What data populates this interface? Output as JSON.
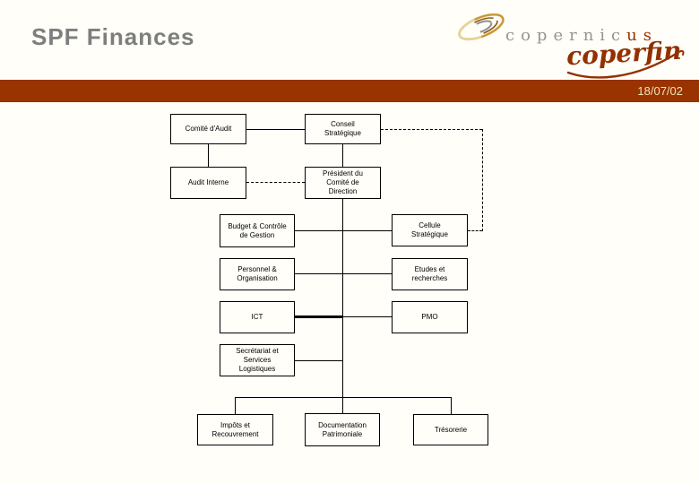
{
  "slide": {
    "title": "SPF Finances",
    "date": "18/07/02"
  },
  "logo": {
    "brand_prefix": "copernic",
    "brand_suffix": "us",
    "script_name": "coperfin"
  },
  "colors": {
    "band_brick": "#993300",
    "title_gray": "#7e7e7e",
    "date_cream": "#f0e3b2",
    "logo_gray": "#9a948e",
    "logo_accent": "#933000",
    "swirl_gold": "#d2a743"
  },
  "org_chart": {
    "nodes": {
      "comite_audit": {
        "lines": [
          "Comité d'Audit"
        ]
      },
      "conseil_strategique": {
        "lines": [
          "Conseil",
          "Stratégique"
        ]
      },
      "audit_interne": {
        "lines": [
          "Audit Interne"
        ]
      },
      "president": {
        "lines": [
          "Président du",
          "Comité de",
          "Direction"
        ]
      },
      "budget_controle": {
        "lines": [
          "Budget & Contrôle",
          "de Gestion"
        ]
      },
      "cellule_strategique": {
        "lines": [
          "Cellule",
          "Stratégique"
        ]
      },
      "personnel_org": {
        "lines": [
          "Personnel &",
          "Organisation"
        ]
      },
      "etudes_recherches": {
        "lines": [
          "Etudes et",
          "recherches"
        ]
      },
      "ict": {
        "lines": [
          "ICT"
        ]
      },
      "pmo": {
        "lines": [
          "PMO"
        ]
      },
      "secretariat": {
        "lines": [
          "Secrétariat et",
          "Services",
          "Logistiques"
        ]
      },
      "impots": {
        "lines": [
          "Impôts et",
          "Recouvrement"
        ]
      },
      "documentation": {
        "lines": [
          "Documentation",
          "Patrimoniale"
        ]
      },
      "tresorerie": {
        "lines": [
          "Trésorerie"
        ]
      }
    },
    "edges": {
      "solid": [
        "comite_audit - conseil_strategique",
        "comite_audit - audit_interne",
        "conseil_strategique - president",
        "president - budget_controle/cellule_strategique/personnel_org/etudes_recherches/ict/pmo/secretariat",
        "president - impots/documentation/tresorerie"
      ],
      "dashed": [
        "conseil_strategique - cellule_strategique",
        "audit_interne - president"
      ]
    }
  }
}
